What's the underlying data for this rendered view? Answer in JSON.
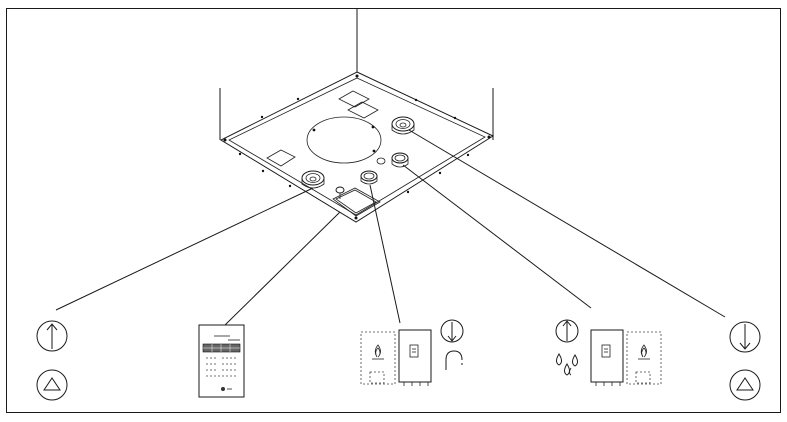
{
  "figure": {
    "connections": [
      {
        "id": "hot-water-flow",
        "icons": [
          "arrow-up-circle-icon",
          "triangle-circle-icon"
        ]
      },
      {
        "id": "data-plate",
        "icons": [
          "data-plate-icon"
        ]
      },
      {
        "id": "gas-and-cold-water",
        "icons": [
          "gas-appliance-icon",
          "boiler-icon",
          "arrow-down-circle-icon",
          "tap-icon"
        ]
      },
      {
        "id": "condensate-drain",
        "icons": [
          "arrow-up-circle-icon",
          "drops-icon",
          "boiler-icon",
          "gas-appliance-icon"
        ]
      },
      {
        "id": "return",
        "icons": [
          "arrow-down-circle-icon",
          "triangle-circle-icon"
        ]
      }
    ]
  }
}
